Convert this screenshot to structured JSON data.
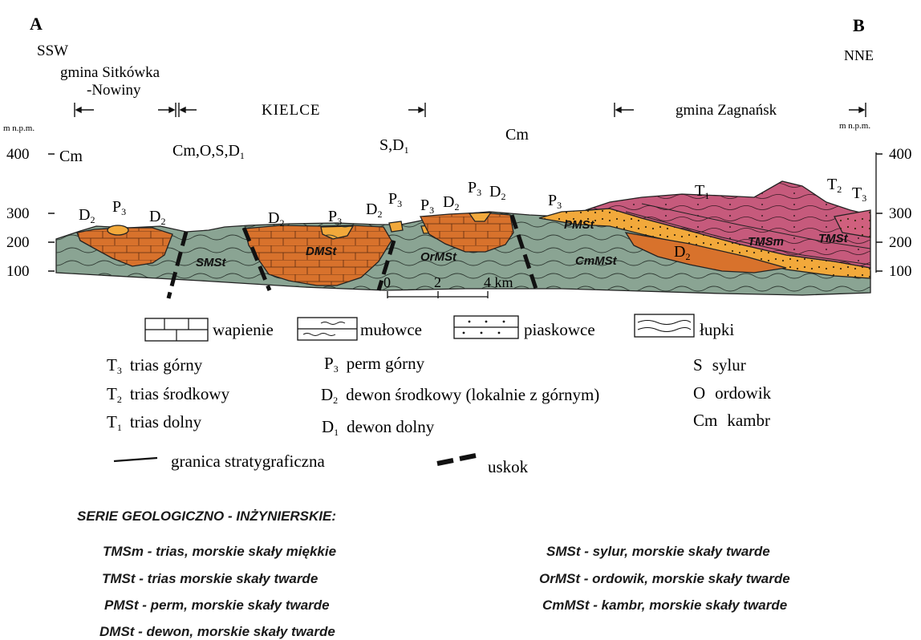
{
  "profile": {
    "end_left": {
      "letter": "A",
      "direction": "SSW"
    },
    "end_right": {
      "letter": "B",
      "direction": "NNE"
    },
    "areas": {
      "sitkowka_line1": "gmina Sitkówka",
      "sitkowka_line2": "-Nowiny",
      "kielce": "KIELCE",
      "zagnansk": "gmina Zagnańsk"
    },
    "elevation_unit": "m n.p.m.",
    "elevation_ticks": [
      "400",
      "300",
      "200",
      "100"
    ],
    "scale_ticks": [
      "0",
      "2",
      "4 km"
    ],
    "top_labels": {
      "cm_left": "Cm",
      "cmosd": "Cm,O,S,D",
      "cmosd_sub": "1",
      "sd": "S,D",
      "sd_sub": "1",
      "cm_mid": "Cm",
      "t1": "T",
      "t1_sub": "1",
      "t2": "T",
      "t2_sub": "2",
      "t3": "T",
      "t3_sub": "3"
    },
    "unit_labels": {
      "d": "D",
      "p": "P",
      "sub2": "2",
      "sub3": "3",
      "pmst": "PMSt",
      "tmsm": "TMSm",
      "tmst": "TMSt",
      "smst": "SMSt",
      "dmst": "DMSt",
      "ormst": "OrMSt",
      "cmmst": "CmMSt"
    },
    "colors": {
      "cambrian_silurian": "#8aa493",
      "devonian": "#d8722c",
      "permian": "#f2a93b",
      "triassic": "#c65a7c",
      "outline": "#222222"
    }
  },
  "legend": {
    "lithology": [
      "wapienie",
      "mułowce",
      "piaskowce",
      "łupki"
    ],
    "strat": [
      {
        "sym": "T",
        "sub": "3",
        "name": "trias górny"
      },
      {
        "sym": "T",
        "sub": "2",
        "name": "trias środkowy"
      },
      {
        "sym": "T",
        "sub": "1",
        "name": "trias dolny"
      },
      {
        "sym": "P",
        "sub": "3",
        "name": "perm górny"
      },
      {
        "sym": "D",
        "sub": "2",
        "name": "dewon środkowy (lokalnie z górnym)"
      },
      {
        "sym": "D",
        "sub": "1",
        "name": "dewon dolny"
      },
      {
        "sym": "S",
        "sub": "",
        "name": "sylur"
      },
      {
        "sym": "O",
        "sub": "",
        "name": "ordowik"
      },
      {
        "sym": "Cm",
        "sub": "",
        "name": "kambr"
      }
    ],
    "boundary": "granica stratygraficzna",
    "fault": "uskok"
  },
  "engineering": {
    "title": "SERIE GEOLOGICZNO - INŻYNIERSKIE:",
    "left": [
      "TMSm - trias, morskie skały miękkie",
      "TMSt - trias morskie skały twarde",
      "PMSt - perm, morskie skały twarde",
      "DMSt - dewon, morskie skały twarde"
    ],
    "right": [
      "SMSt - sylur, morskie skały twarde",
      "OrMSt - ordowik, morskie skały twarde",
      "CmMSt - kambr, morskie skały twarde"
    ]
  }
}
